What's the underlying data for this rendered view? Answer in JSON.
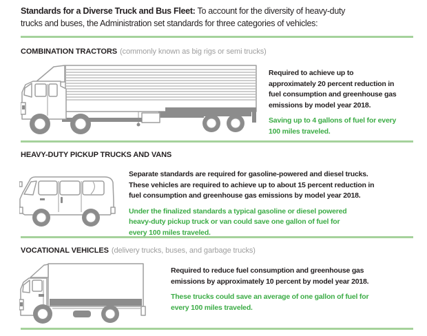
{
  "intro": {
    "bold": "Standards for a Diverse Truck and Bus Fleet:",
    "rest": " To account for the diversity of heavy-duty\ntrucks and buses, the Administration set standards for three categories of vehicles:"
  },
  "colors": {
    "text_black": "#231F20",
    "text_gray": "#9D9D9D",
    "text_green": "#3CAC46",
    "divider_green": "#A5D29B",
    "illustration_gray": "#9E9E9E"
  },
  "sections": [
    {
      "title": "COMBINATION TRACTORS",
      "subtitle": "(commonly known as big rigs or semi trucks)",
      "illustration": "semi-truck",
      "requirement": "Required to achieve up to\napproximately 20 percent reduction in\nfuel consumption and greenhouse gas\nemissions by model year 2018.",
      "savings": "Saving up to 4 gallons of fuel for every\n100 miles traveled."
    },
    {
      "title": "HEAVY-DUTY PICKUP TRUCKS AND VANS",
      "subtitle": "",
      "illustration": "cargo-van",
      "requirement": "Separate standards are required for gasoline-powered and diesel trucks.\nThese vehicles are required to achieve up to about 15 percent reduction in\nfuel consumption and greenhouse gas emissions by model year 2018.",
      "savings": "Under the finalized standards a typical gasoline or diesel powered\nheavy-duty pickup truck or van could save one gallon of fuel for\nevery 100 miles traveled."
    },
    {
      "title": "VOCATIONAL VEHICLES",
      "subtitle": "(delivery trucks, buses, and garbage trucks)",
      "illustration": "box-truck",
      "requirement": "Required to reduce fuel consumption and greenhouse gas\nemissions by approximately 10 percent by model year 2018.",
      "savings": "These trucks could save an average of one gallon of fuel for\nevery 100 miles traveled."
    }
  ]
}
